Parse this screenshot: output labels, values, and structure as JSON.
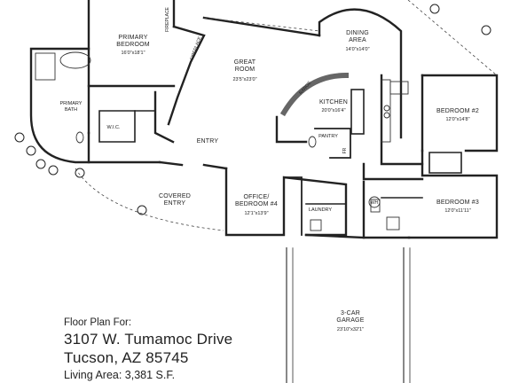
{
  "rooms": {
    "primary_bedroom": {
      "name": "PRIMARY\nBEDROOM",
      "dim": "16'0\"x18'1\""
    },
    "great_room": {
      "name": "GREAT\nROOM",
      "dim": "23'5\"x23'0\""
    },
    "dining": {
      "name": "DINING\nAREA",
      "dim": "14'0\"x14'0\""
    },
    "kitchen": {
      "name": "KITCHEN",
      "dim": "20'0\"x16'4\""
    },
    "bedroom2": {
      "name": "BEDROOM #2",
      "dim": "12'0\"x14'8\""
    },
    "bedroom3": {
      "name": "BEDROOM #3",
      "dim": "12'0\"x11'11\""
    },
    "office": {
      "name": "OFFICE/\nBEDROOM #4",
      "dim": "12'1\"x13'9\""
    },
    "primary_bath": {
      "name": "PRIMARY\nBATH"
    },
    "wic": {
      "name": "W.I.C."
    },
    "entry": {
      "name": "ENTRY"
    },
    "covered_entry": {
      "name": "COVERED\nENTRY"
    },
    "laundry": {
      "name": "LAUNDRY"
    },
    "pantry": {
      "name": "PANTRY"
    },
    "garage": {
      "name": "3-CAR\nGARAGE",
      "dim": "23'10\"x32'1\""
    }
  },
  "labels": {
    "fireplace_1": "FIREPLACE",
    "fireplace_2": "FIREPLACE",
    "fridge": "FR",
    "range": "RANGE",
    "wh": "WH"
  },
  "info": {
    "caption": "Floor Plan For:",
    "address_line1": "3107 W. Tumamoc Drive",
    "address_line2": "Tucson, AZ  85745",
    "living_area": "Living Area:  3,381 S.F."
  }
}
